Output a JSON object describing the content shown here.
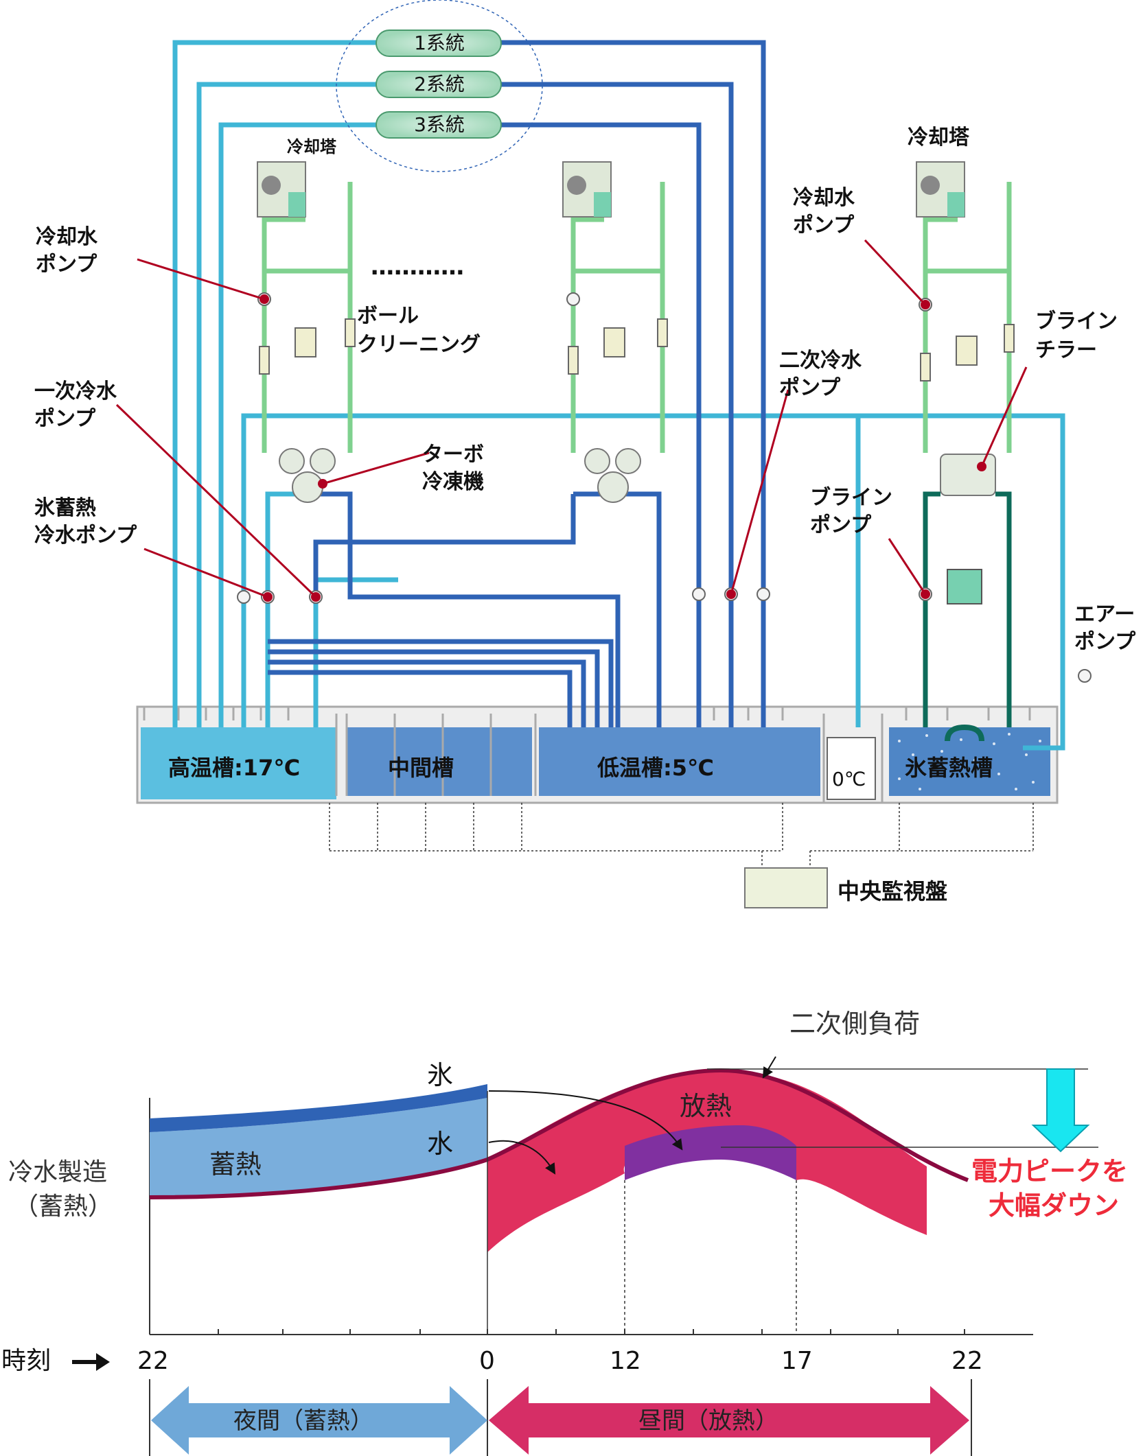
{
  "systems": [
    "1系統",
    "2系統",
    "3系統"
  ],
  "labels": {
    "cooling_tower_left": "冷却塔",
    "cooling_tower_right": "冷却塔",
    "ellipsis": "…………",
    "cw_pump_left_1": "冷却水",
    "cw_pump_left_2": "ポンプ",
    "ball_cleaning_1": "ボール",
    "ball_cleaning_2": "クリーニング",
    "primary_pump_1": "一次冷水",
    "primary_pump_2": "ポンプ",
    "ice_pump_1": "氷蓄熱",
    "ice_pump_2": "冷水ポンプ",
    "turbo_1": "ターボ",
    "turbo_2": "冷凍機",
    "secondary_pump_1": "二次冷水",
    "secondary_pump_2": "ポンプ",
    "cw_pump_right_1": "冷却水",
    "cw_pump_right_2": "ポンプ",
    "brine_chiller_1": "ブライン",
    "brine_chiller_2": "チラー",
    "brine_pump_1": "ブライン",
    "brine_pump_2": "ポンプ",
    "air_pump_1": "エアー",
    "air_pump_2": "ポンプ",
    "tank_high": "高温槽:17℃",
    "tank_mid": "中間槽",
    "tank_low": "低温槽:5℃",
    "tank_zero": "0℃",
    "tank_ice": "氷蓄熱槽",
    "monitor": "中央監視盤"
  },
  "colors": {
    "supply": "#3fb6d6",
    "return": "#2f63b5",
    "cooling_water": "#5cc77a",
    "brine": "#0e6b5a",
    "tank_high": "#5bbfe0",
    "tank_low": "#5b8fcc",
    "leader": "#b00020"
  },
  "chart": {
    "y_label_1": "冷水製造",
    "y_label_2": "（蓄熱）",
    "ice": "氷",
    "water": "水",
    "storage": "蓄熱",
    "release": "放熱",
    "load": "二次側負荷",
    "peak_1": "電力ピークを",
    "peak_2": "大幅ダウン",
    "time_label": "時刻",
    "ticks": [
      "22",
      "0",
      "12",
      "17",
      "22"
    ],
    "night": "夜間（蓄熱）",
    "day": "昼間（放熱）"
  }
}
